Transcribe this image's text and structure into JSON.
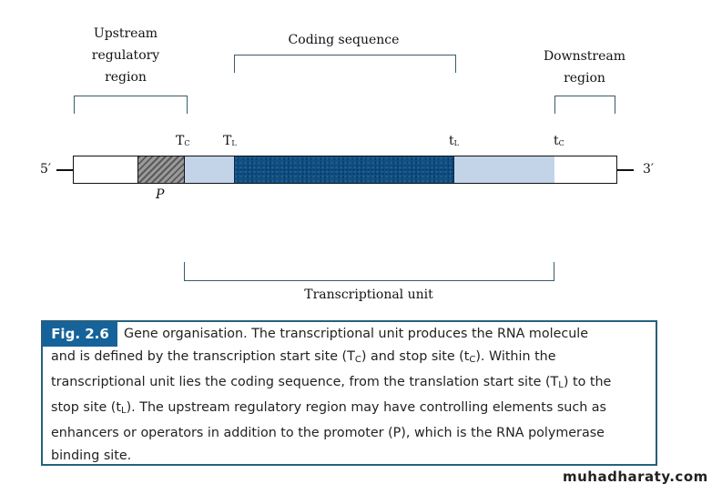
{
  "diagram": {
    "labels": {
      "upstream_line1": "Upstream",
      "upstream_line2": "regulatory",
      "upstream_line3": "region",
      "coding": "Coding sequence",
      "downstream_line1": "Downstream",
      "downstream_line2": "region",
      "transcriptional_unit": "Transcriptional unit",
      "five_prime": "5′",
      "three_prime": "3′",
      "promoter": "P"
    },
    "sites": {
      "tc_start": {
        "base": "T",
        "sub": "C"
      },
      "tl_start": {
        "base": "T",
        "sub": "L"
      },
      "tl_stop": {
        "base": "t",
        "sub": "L"
      },
      "tc_stop": {
        "base": "t",
        "sub": "C"
      }
    },
    "segments": [
      {
        "name": "upstream",
        "color": "#ffffff"
      },
      {
        "name": "promoter",
        "color": "#6e6e6e"
      },
      {
        "name": "5-utr",
        "color": "#c3d4e8"
      },
      {
        "name": "coding",
        "color": "#0f4f82"
      },
      {
        "name": "3-utr",
        "color": "#c3d4e8"
      },
      {
        "name": "downstream",
        "color": "#ffffff"
      }
    ]
  },
  "caption": {
    "fig_label": "Fig. 2.6",
    "line1": "Gene organisation. The transcriptional unit produces the RNA molecule",
    "line2a": "and is defined by the transcription start site (T",
    "line2_sub1": "C",
    "line2b": ") and stop site (t",
    "line2_sub2": "C",
    "line2c": "). Within the",
    "line3a": "transcriptional unit lies the coding sequence, from the translation start site (T",
    "line3_sub": "L",
    "line3b": ") to the",
    "line4a": "stop site (t",
    "line4_sub": "L",
    "line4b": "). The upstream regulatory region may have controlling elements such as",
    "line5": "enhancers or operators in addition to the promoter (P), which is the RNA polymerase",
    "line6": "binding site."
  },
  "watermark": "muhadharaty.com",
  "colors": {
    "caption_border": "#26607f",
    "fig_label_bg": "#16629a",
    "bracket": "#3b5a6b"
  }
}
